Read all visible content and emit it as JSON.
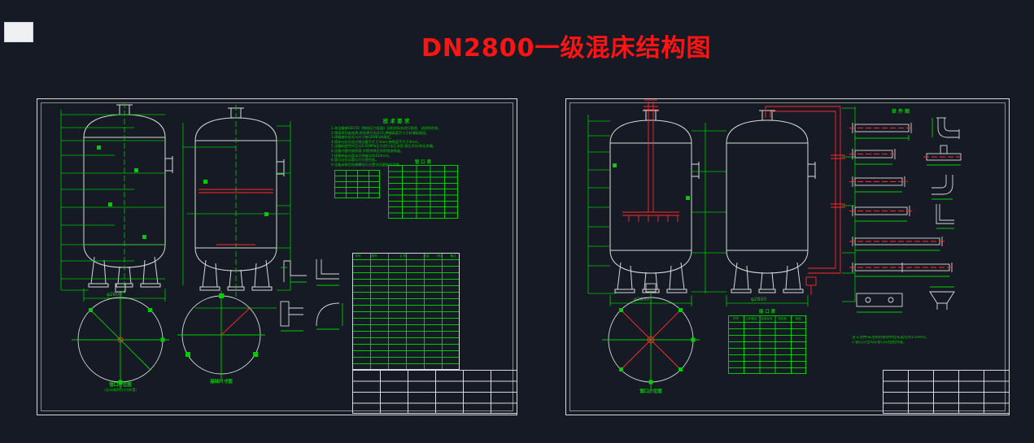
{
  "page": {
    "title": "DN2800一级混床结构图"
  },
  "colors": {
    "background": "#151a24",
    "line_white": "#d9d9d9",
    "dimension_green": "#00cc00",
    "piping_red": "#ff2a2a",
    "title_red": "#ff1414"
  },
  "left": {
    "tech_title": "技 术 要 求",
    "notes": [
      "1.本设备按GB150《钢制压力容器》及相应标准进行制造、试验和验收。",
      "2.焊接采用电弧焊,焊条牌号为J422,焊缝高度不小于较薄板厚度。",
      "3.焊缝坡口形式与尺寸按GB985的规定。",
      "4.筒体与封头组对错边量不大于3mm,棱角度不大于4mm。",
      "5.设备制造完毕后以0.60MPa压力进行水压试验,保压30分钟无渗漏。",
      "6.设备内壁衬胶防腐,外壁除锈后涂防锈漆两道。",
      "7.接管伸出长度未注明者均为150mm。",
      "8.管口方位以管口方位图为准。",
      "9.设备安装后地脚螺栓孔位置详见基础尺寸图。"
    ],
    "nozzle_table_title": "管 口 表",
    "plan_caption": "管口方位图",
    "plan_subcaption": "(沿A向顺时针方向布置)",
    "base_caption": "基础尺寸图",
    "dim_phi": "φ2800",
    "parts_header": [
      "件号",
      "图号",
      "名  称",
      "数量",
      "材料",
      "备注"
    ]
  },
  "right": {
    "parts_title": "单 件 图",
    "interface_table_title": "接 口 表",
    "interface_header": [
      "符号",
      "公称直径",
      "连接标准",
      "密封面",
      "用途"
    ],
    "plan_caption": "管口方位图",
    "notes": [
      "注:1.图中未注明的接管伸出长度均为150mm。",
      "2.管口方位均以管口方位图为准。"
    ],
    "dim_phi": "φ2800"
  }
}
